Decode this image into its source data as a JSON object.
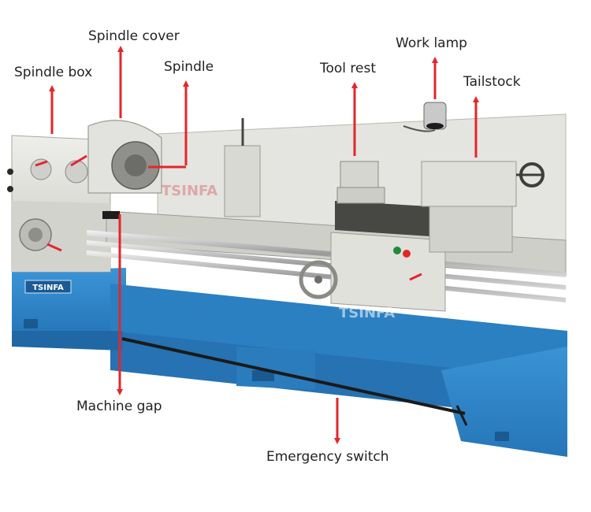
{
  "colors": {
    "arrow": "#e3262b",
    "bed_blue": "#2f86c8",
    "body_gray": "#dcdcd8",
    "label_text": "#222222"
  },
  "labels": {
    "spindle_cover": "Spindle cover",
    "spindle_box": "Spindle box",
    "spindle": "Spindle",
    "work_lamp": "Work lamp",
    "tool_rest": "Tool rest",
    "tailstock": "Tailstock",
    "machine_gap": "Machine gap",
    "emergency_switch": "Emergency switch"
  },
  "plate_text": "TSINFA",
  "watermark": "TSINFA"
}
